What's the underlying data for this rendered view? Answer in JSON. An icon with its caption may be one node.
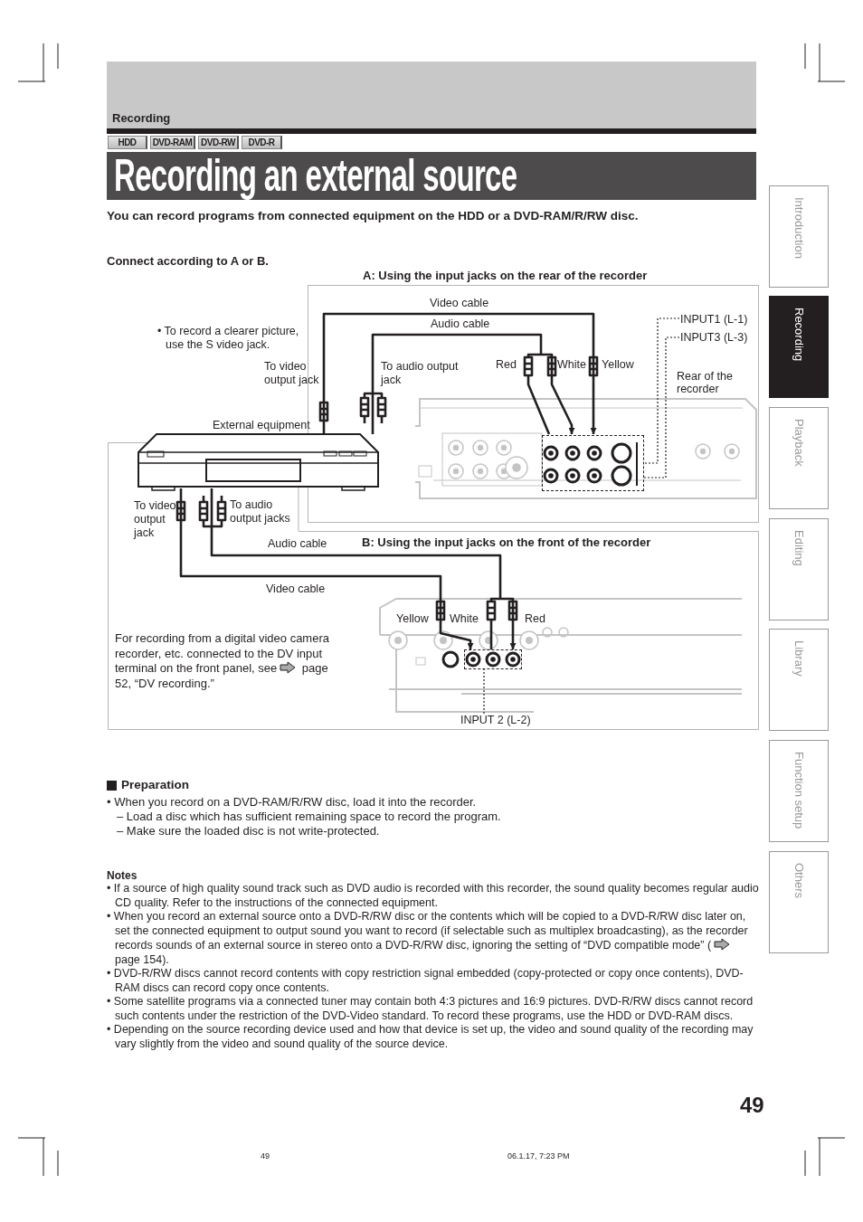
{
  "diagram": {
    "title": "Recording an external source",
    "nodes": [
      {
        "text": [
          "HDD"
        ]
      },
      {
        "text": [
          "DVD-RAM"
        ]
      },
      {
        "text": [
          "DVD-RW"
        ]
      },
      {
        "text": [
          "DVD-R"
        ]
      },
      {
        "text": [
          "A: Using the input jacks on the rear of the recorder"
        ]
      },
      {
        "text": [],
        "shape": "picture",
        "in": 4,
        "beside": [
          "Rear of the recorder"
        ]
      },
      {
        "text": [],
        "shape": "box",
        "in": 5
      },
      {
        "text": [
          "INPUT1 (L-1)"
        ],
        "in": 4
      },
      {
        "text": [
          "INPUT3 (L-3)"
        ],
        "in": 4
      },
      {
        "text": [
          "B: Using the input jacks on the front of the recorder"
        ]
      },
      {
        "text": [],
        "shape": "picture",
        "in": 9
      },
      {
        "text": [],
        "shape": "box",
        "in": 10
      },
      {
        "text": [
          "INPUT 2 (L-2)"
        ],
        "in": 9
      },
      {
        "text": [],
        "shape": "picture",
        "beside": [
          "External equipment"
        ]
      },
      {
        "text": [
          "Introduction"
        ]
      },
      {
        "text": [
          "Recording"
        ]
      },
      {
        "text": [
          "Playback"
        ]
      },
      {
        "text": [
          "Editing"
        ]
      },
      {
        "text": [
          "Library"
        ]
      },
      {
        "text": [
          "Function setup"
        ]
      },
      {
        "text": [
          "Others"
        ]
      }
    ],
    "edges": [
      {
        "from": 13,
        "to": 6,
        "arrow": "to",
        "label": "Video cable"
      },
      {
        "from": 13,
        "to": 6,
        "arrow": "to",
        "label": "Audio cable"
      },
      {
        "from": 7,
        "to": 6,
        "arrow": "none",
        "style": "dashed"
      },
      {
        "from": 8,
        "to": 6,
        "arrow": "none",
        "style": "dashed"
      },
      {
        "from": 13,
        "to": 11,
        "arrow": "to",
        "label": "Audio cable"
      },
      {
        "from": 13,
        "to": 11,
        "arrow": "to",
        "label": "Video cable"
      },
      {
        "from": 12,
        "to": 11,
        "arrow": "none",
        "style": "dashed"
      }
    ],
    "labels": [
      "Recording",
      "You can record programs from connected equipment on the HDD or a DVD-RAM/R/RW disc.",
      "Connect according to A or B.",
      "• To record a clearer picture, use the S video jack.",
      "To video output jack",
      "To audio output jack",
      "Red",
      "White",
      "Yellow",
      "To video output jack",
      "To audio output jacks",
      "Yellow",
      "White",
      "Red",
      "For recording from a digital video camera recorder, etc. connected to the DV input terminal on the front panel, see",
      "page 52, “DV recording.”",
      "Preparation",
      "• When you record on a DVD-RAM/R/RW disc, load it into the recorder.",
      "– Load a disc which has sufficient remaining space to record the program.",
      "– Make sure the loaded disc is not write-protected.",
      "Notes",
      "• If a source of high quality sound track such as DVD audio is recorded with this recorder, the sound quality becomes regular audio CD quality. Refer to the instructions of the connected equipment.",
      "• When you record an external source onto a DVD-R/RW disc or the contents which will be copied to a DVD-R/RW disc later on, set the connected equipment to output sound you want to record (if selectable such as multiplex broadcasting), as the recorder records sounds of an external source in stereo onto a DVD-R/RW disc, ignoring the setting of “DVD compatible mode” (",
      "page 154).",
      "• DVD-R/RW discs cannot record contents with copy restriction signal embedded (copy-protected or copy once contents), DVD-RAM discs can record copy once contents.",
      "• Some satellite programs via a connected tuner may contain both 4:3 pictures and 16:9 pictures. DVD-R/RW discs cannot record such contents under the restriction of the DVD-Video standard. To record these programs, use the HDD or DVD-RAM discs.",
      "• Depending on the source recording device used and how that device is set up, the video and sound quality of the recording may vary slightly from the video and sound quality of the source device.",
      "49",
      "49",
      "06.1.17, 7:23 PM"
    ]
  }
}
